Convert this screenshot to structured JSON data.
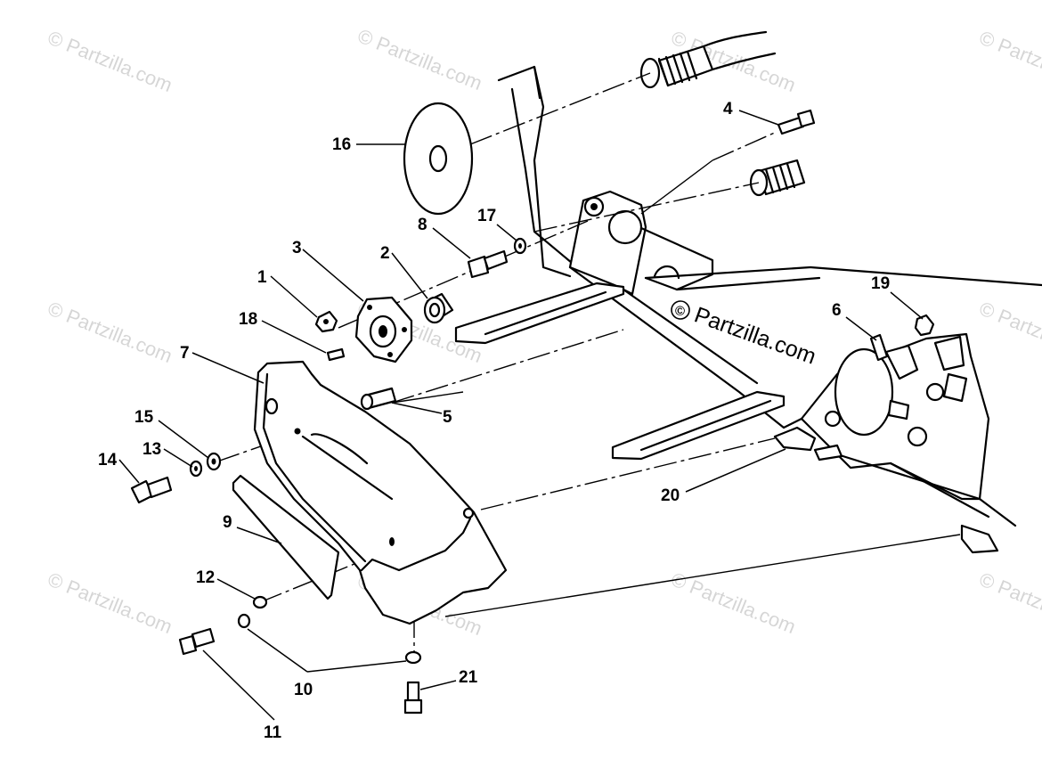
{
  "watermark": {
    "repeat_text": "© Partzilla.com",
    "main_text": "Partzilla.com",
    "main_symbol": "©"
  },
  "callouts": [
    {
      "id": "c1",
      "text": "1"
    },
    {
      "id": "c2",
      "text": "2"
    },
    {
      "id": "c3",
      "text": "3"
    },
    {
      "id": "c4",
      "text": "4"
    },
    {
      "id": "c5",
      "text": "5"
    },
    {
      "id": "c6",
      "text": "6"
    },
    {
      "id": "c7",
      "text": "7"
    },
    {
      "id": "c8",
      "text": "8"
    },
    {
      "id": "c9",
      "text": "9"
    },
    {
      "id": "c10",
      "text": "10"
    },
    {
      "id": "c11",
      "text": "11"
    },
    {
      "id": "c12",
      "text": "12"
    },
    {
      "id": "c13",
      "text": "13"
    },
    {
      "id": "c14",
      "text": "14"
    },
    {
      "id": "c15",
      "text": "15"
    },
    {
      "id": "c16",
      "text": "16"
    },
    {
      "id": "c17",
      "text": "17"
    },
    {
      "id": "c18",
      "text": "18"
    },
    {
      "id": "c19",
      "text": "19"
    },
    {
      "id": "c20",
      "text": "20"
    },
    {
      "id": "c21",
      "text": "21"
    }
  ]
}
